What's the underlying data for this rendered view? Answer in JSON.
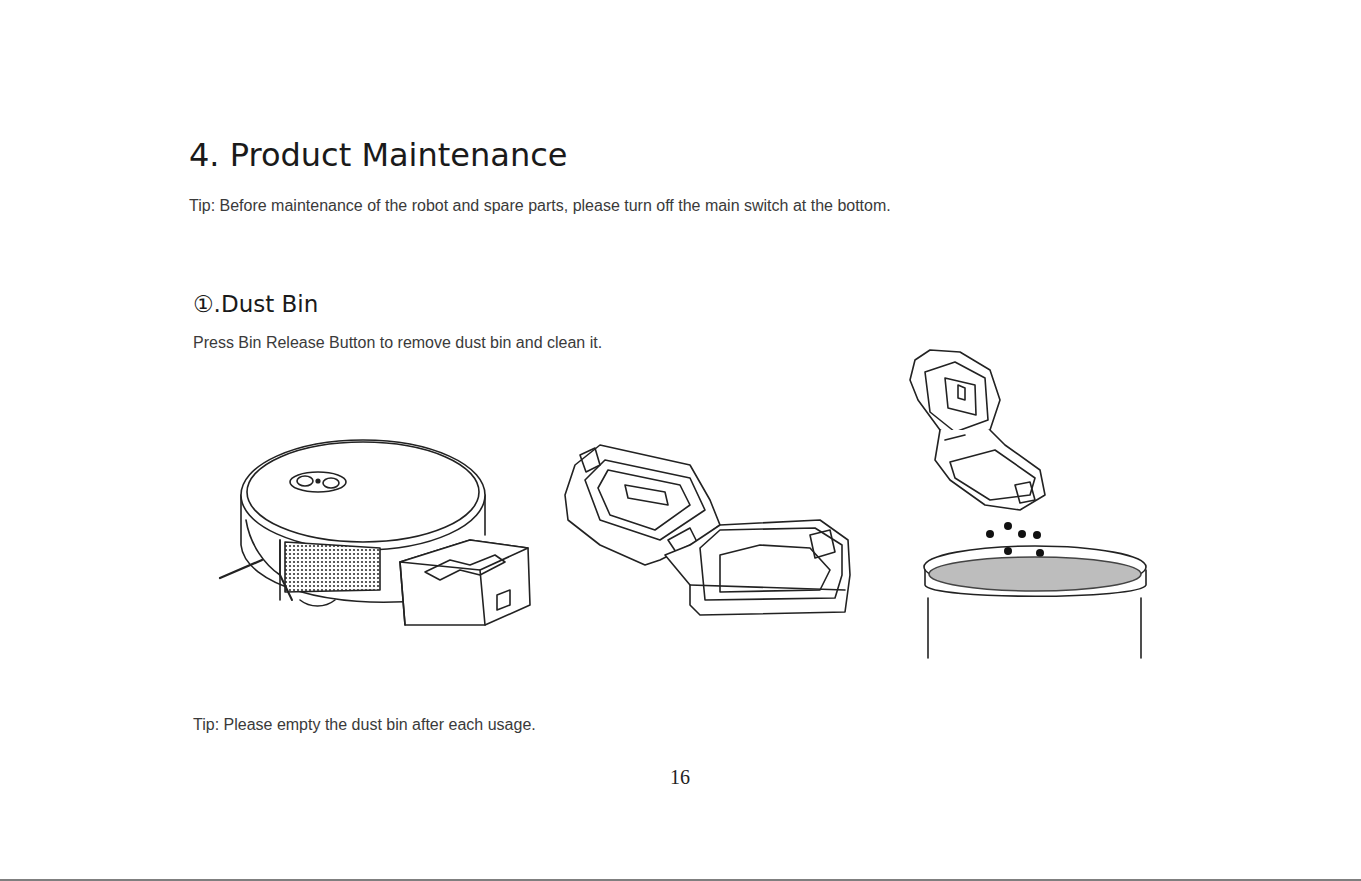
{
  "diagram": {
    "title": "4. Product Maintenance",
    "labels": [
      "Tip: Before maintenance of the robot and spare parts, please turn off the main switch at the bottom.",
      "①.Dust Bin",
      "Press Bin Release Button to remove dust bin and clean it.",
      "Tip: Please empty the dust bin after each usage.",
      "16"
    ]
  }
}
